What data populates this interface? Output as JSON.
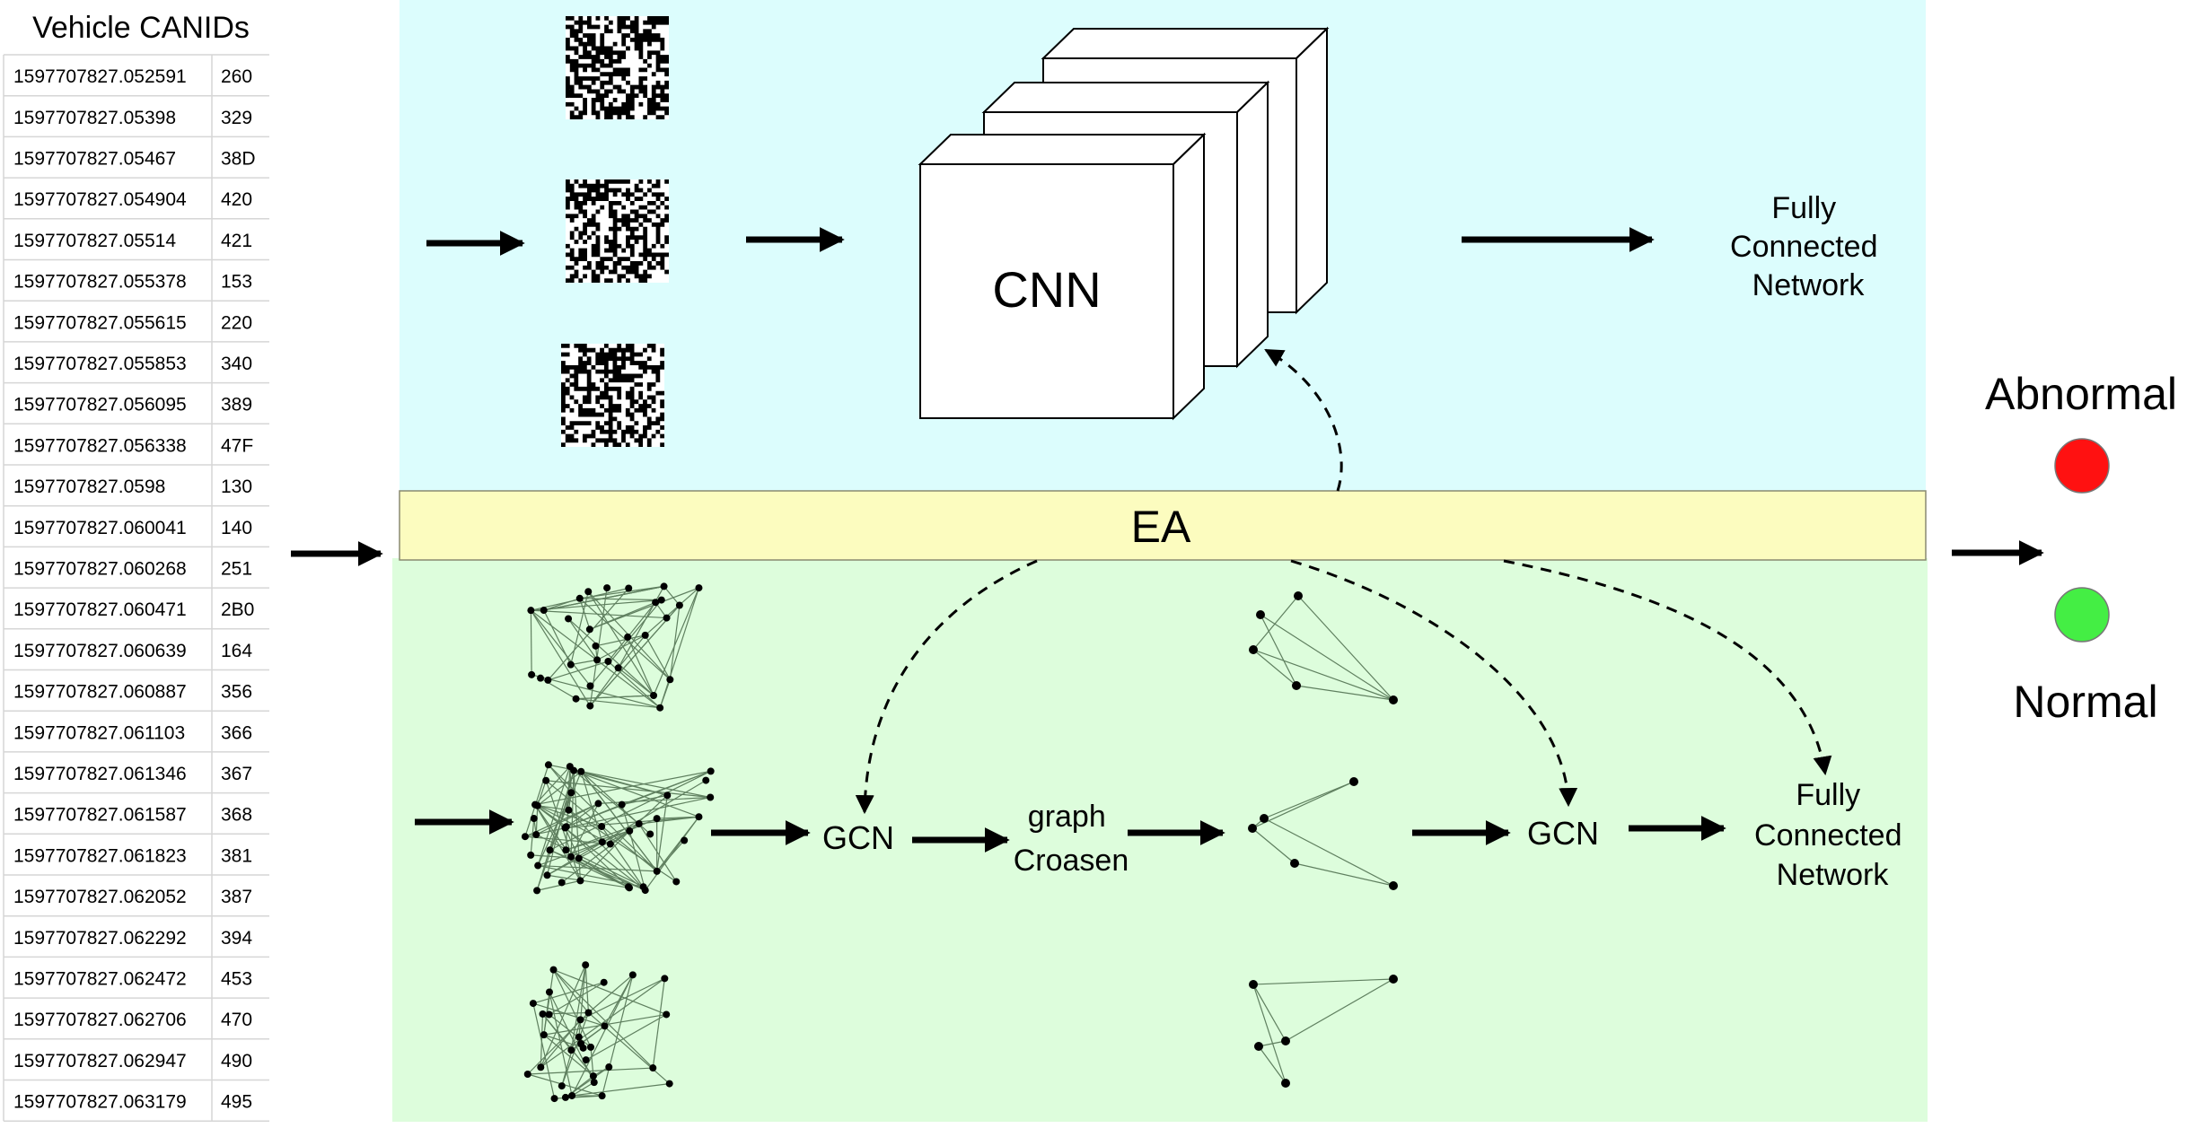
{
  "table": {
    "title": "Vehicle CANIDs",
    "rows": [
      [
        "1597707827.052591",
        "260"
      ],
      [
        "1597707827.05398",
        "329"
      ],
      [
        "1597707827.05467",
        "38D"
      ],
      [
        "1597707827.054904",
        "420"
      ],
      [
        "1597707827.05514",
        "421"
      ],
      [
        "1597707827.055378",
        "153"
      ],
      [
        "1597707827.055615",
        "220"
      ],
      [
        "1597707827.055853",
        "340"
      ],
      [
        "1597707827.056095",
        "389"
      ],
      [
        "1597707827.056338",
        "47F"
      ],
      [
        "1597707827.0598",
        "130"
      ],
      [
        "1597707827.060041",
        "140"
      ],
      [
        "1597707827.060268",
        "251"
      ],
      [
        "1597707827.060471",
        "2B0"
      ],
      [
        "1597707827.060639",
        "164"
      ],
      [
        "1597707827.060887",
        "356"
      ],
      [
        "1597707827.061103",
        "366"
      ],
      [
        "1597707827.061346",
        "367"
      ],
      [
        "1597707827.061587",
        "368"
      ],
      [
        "1597707827.061823",
        "381"
      ],
      [
        "1597707827.062052",
        "387"
      ],
      [
        "1597707827.062292",
        "394"
      ],
      [
        "1597707827.062472",
        "453"
      ],
      [
        "1597707827.062706",
        "470"
      ],
      [
        "1597707827.062947",
        "490"
      ],
      [
        "1597707827.063179",
        "495"
      ]
    ]
  },
  "cnn_branch": {
    "cnn_label": "CNN",
    "output_label_lines": [
      "Fully",
      "Connected",
      "Network"
    ]
  },
  "ea_label": "EA",
  "gcn_branch": {
    "gcn1_label": "GCN",
    "coarsen_label_lines": [
      "graph",
      "Croasen"
    ],
    "gcn2_label": "GCN",
    "output_label_lines": [
      "Fully",
      "Connected",
      "Network"
    ]
  },
  "outputs": {
    "abnormal_label": "Abnormal",
    "normal_label": "Normal"
  },
  "colors": {
    "cnn_panel": "#dcfdfd",
    "gcn_panel": "#ddfddc",
    "ea_bar": "#fcfcbf",
    "abnormal_dot": "#ff1111",
    "normal_dot": "#44ee44",
    "graph_edge": "#5f7f5f"
  },
  "icons": {
    "cnn_input_images": "qr-pattern-icon",
    "graphs": "graph-icon"
  }
}
